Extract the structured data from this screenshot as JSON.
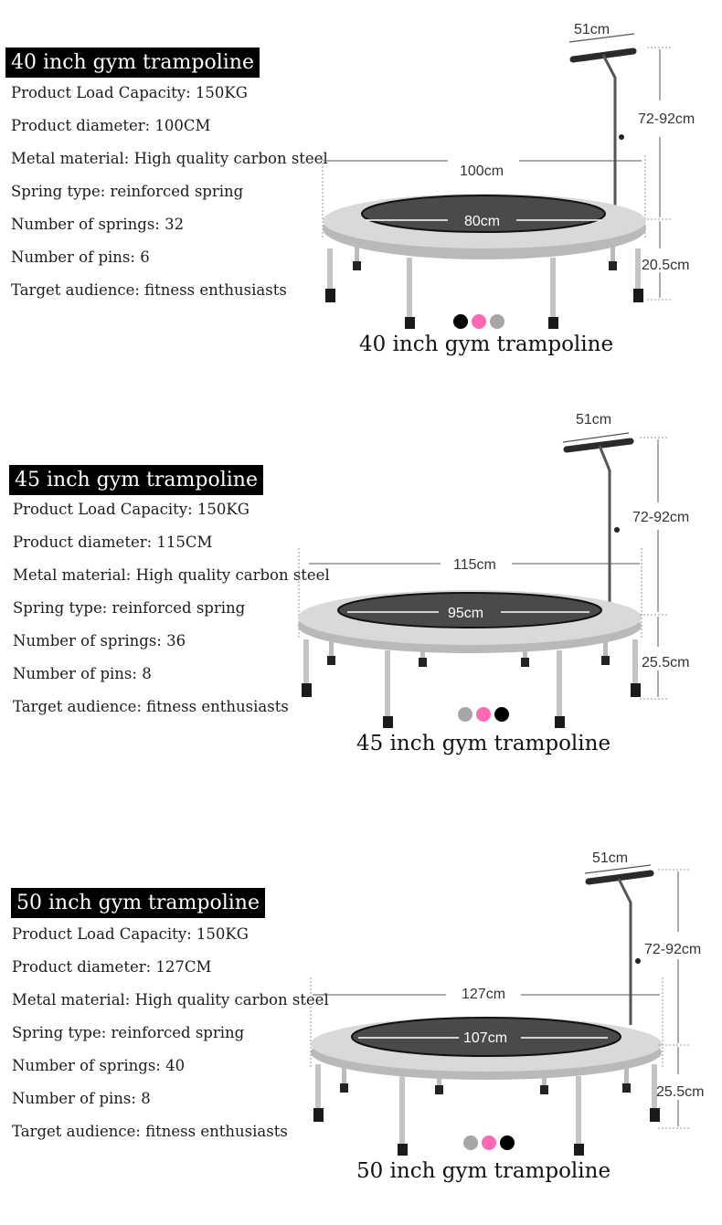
{
  "products": [
    {
      "title": "40 inch gym trampoline",
      "specs": [
        "Product Load Capacity: 150KG",
        "Product diameter: 100CM",
        "Metal material: High quality carbon steel",
        "Spring type: reinforced spring",
        "Number of springs: 32",
        "Number of pins: 6",
        "Target audience: fitness enthusiasts"
      ],
      "dimensions": {
        "handle_width": "51cm",
        "handle_height": "72-92cm",
        "outer_diameter": "100cm",
        "mat_diameter": "80cm",
        "frame_height": "20.5cm"
      },
      "color_options": [
        "#000000",
        "#ff69b4",
        "#a6a6a6"
      ],
      "caption": "40 inch gym trampoline"
    },
    {
      "title": "45 inch gym trampoline",
      "specs": [
        "Product Load Capacity: 150KG",
        "Product diameter: 115CM",
        "Metal material: High quality carbon steel",
        "Spring type: reinforced spring",
        "Number of springs: 36",
        "Number of pins: 8",
        "Target audience: fitness enthusiasts"
      ],
      "dimensions": {
        "handle_width": "51cm",
        "handle_height": "72-92cm",
        "outer_diameter": "115cm",
        "mat_diameter": "95cm",
        "frame_height": "25.5cm"
      },
      "color_options": [
        "#a6a6a6",
        "#ff69b4",
        "#000000"
      ],
      "caption": "45 inch gym trampoline"
    },
    {
      "title": "50 inch gym trampoline",
      "specs": [
        "Product Load Capacity: 150KG",
        "Product diameter: 127CM",
        "Metal material: High quality carbon steel",
        "Spring type: reinforced spring",
        "Number of springs: 40",
        "Number of pins: 8",
        "Target audience: fitness enthusiasts"
      ],
      "dimensions": {
        "handle_width": "51cm",
        "handle_height": "72-92cm",
        "outer_diameter": "127cm",
        "mat_diameter": "107cm",
        "frame_height": "25.5cm"
      },
      "color_options": [
        "#a6a6a6",
        "#ff69b4",
        "#000000"
      ],
      "caption": "50 inch gym trampoline"
    }
  ]
}
